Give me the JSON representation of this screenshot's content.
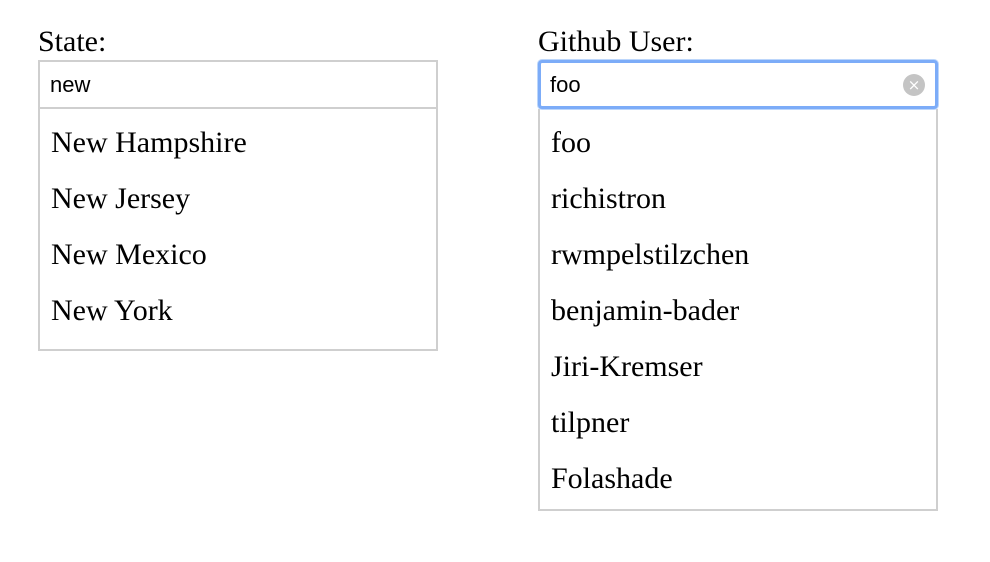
{
  "state_field": {
    "label": "State:",
    "input_value": "new",
    "options": [
      "New Hampshire",
      "New Jersey",
      "New Mexico",
      "New York"
    ]
  },
  "github_field": {
    "label": "Github User:",
    "input_value": "foo",
    "clear_icon": "×",
    "options": [
      "foo",
      "richistron",
      "rwmpelstilzchen",
      "benjamin-bader",
      "Jiri-Kremser",
      "tilpner",
      "Folashade"
    ]
  },
  "colors": {
    "focus_ring": "#7cacf8",
    "border": "#cfcfcf",
    "clear_icon_bg": "#c4c4c4"
  }
}
